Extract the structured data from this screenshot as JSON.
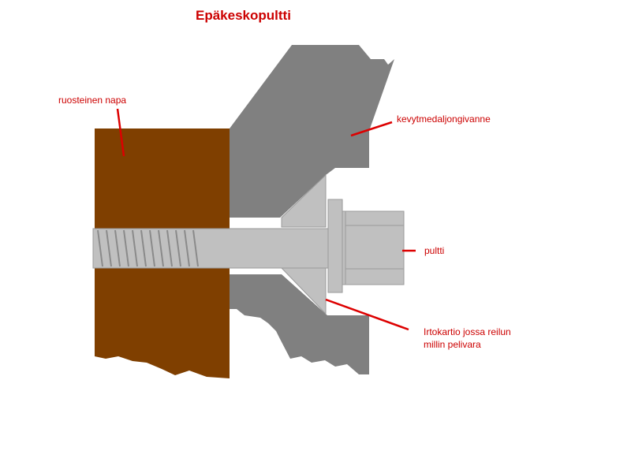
{
  "title": "Epäkeskopultti",
  "labels": {
    "hub": "ruosteinen napa",
    "rim": "kevytmedaljongivanne",
    "bolt": "pultti",
    "cone_line1": "Irtokartio jossa reilun",
    "cone_line2": "millin pelivara"
  },
  "colors": {
    "text": "#cc0000",
    "leader": "#dd0000",
    "hub": "#7f3f00",
    "rim": "#808080",
    "bolt": "#c0c0c0",
    "outline": "#9a9a9a"
  }
}
